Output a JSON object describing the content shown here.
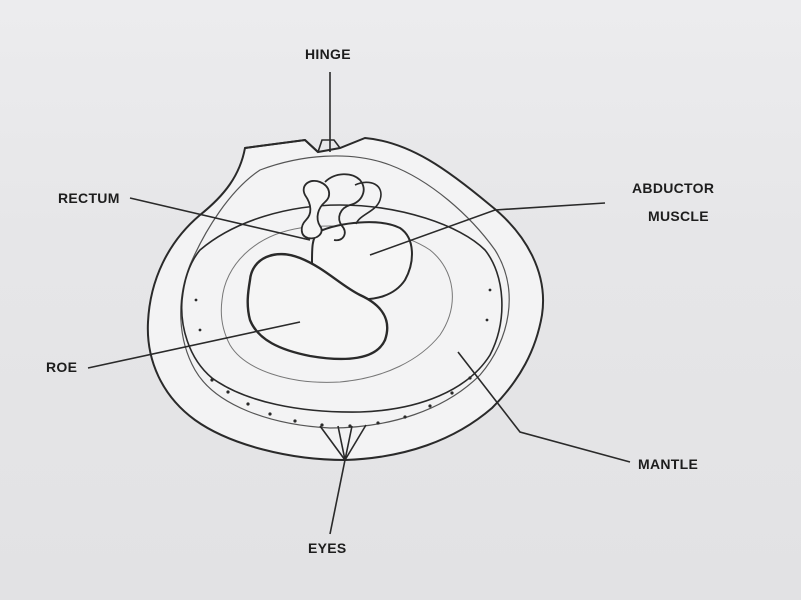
{
  "labels": {
    "hinge": "HINGE",
    "rectum": "RECTUM",
    "abductor_line1": "ABDUCTOR",
    "abductor_line2": "MUSCLE",
    "roe": "ROE",
    "mantle": "MANTLE",
    "eyes": "EYES"
  },
  "colors": {
    "paper": "#e6e6e8",
    "ink": "#2a2a2a",
    "shell_fill": "#f2f2f3"
  }
}
